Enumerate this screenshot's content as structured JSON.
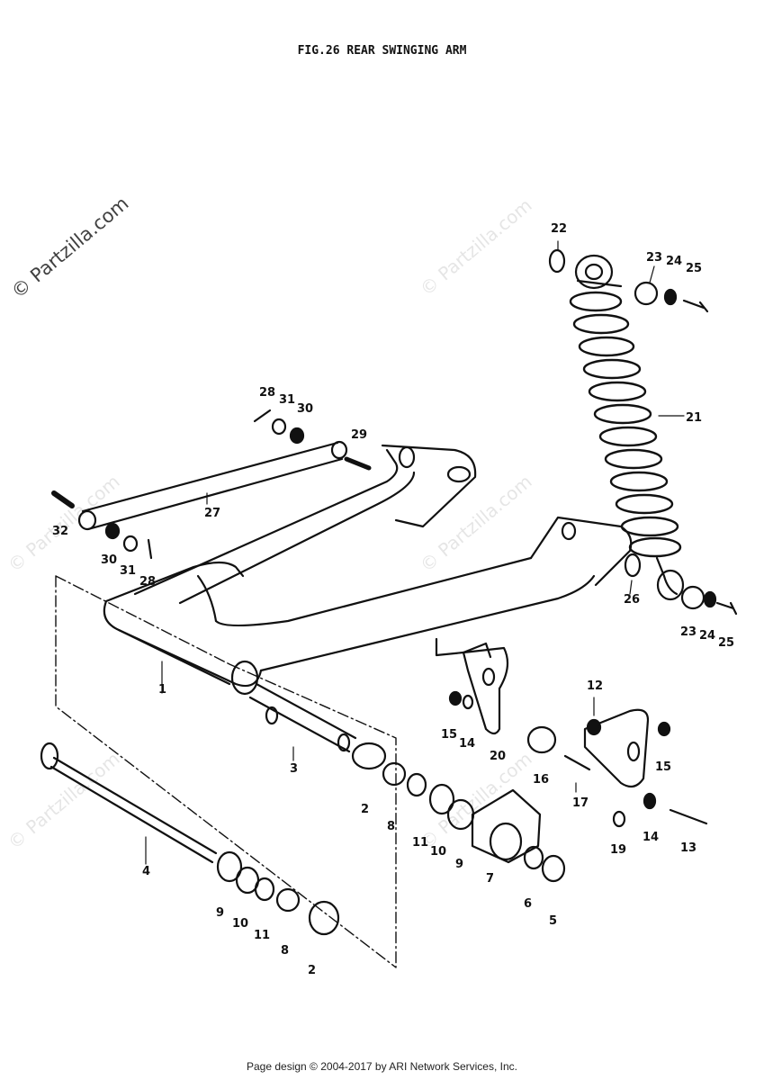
{
  "title": "FIG.26  REAR SWINGING ARM",
  "footer": "Page design © 2004-2017 by ARI Network Services, Inc.",
  "watermark": "© Partzilla.com",
  "callouts": [
    {
      "id": "c22",
      "text": "22"
    },
    {
      "id": "c23a",
      "text": "23"
    },
    {
      "id": "c24a",
      "text": "24"
    },
    {
      "id": "c25a",
      "text": "25"
    },
    {
      "id": "c21",
      "text": "21"
    },
    {
      "id": "c28a",
      "text": "28"
    },
    {
      "id": "c31a",
      "text": "31"
    },
    {
      "id": "c30a",
      "text": "30"
    },
    {
      "id": "c29",
      "text": "29"
    },
    {
      "id": "c27",
      "text": "27"
    },
    {
      "id": "c32",
      "text": "32"
    },
    {
      "id": "c30b",
      "text": "30"
    },
    {
      "id": "c31b",
      "text": "31"
    },
    {
      "id": "c28b",
      "text": "28"
    },
    {
      "id": "c26",
      "text": "26"
    },
    {
      "id": "c23b",
      "text": "23"
    },
    {
      "id": "c24b",
      "text": "24"
    },
    {
      "id": "c25b",
      "text": "25"
    },
    {
      "id": "c1",
      "text": "1"
    },
    {
      "id": "c12",
      "text": "12"
    },
    {
      "id": "c15a",
      "text": "15"
    },
    {
      "id": "c14a",
      "text": "14"
    },
    {
      "id": "c20",
      "text": "20"
    },
    {
      "id": "c3",
      "text": "3"
    },
    {
      "id": "c16",
      "text": "16"
    },
    {
      "id": "c15b",
      "text": "15"
    },
    {
      "id": "c17",
      "text": "17"
    },
    {
      "id": "c2a",
      "text": "2"
    },
    {
      "id": "c8a",
      "text": "8"
    },
    {
      "id": "c11a",
      "text": "11"
    },
    {
      "id": "c10a",
      "text": "10"
    },
    {
      "id": "c9a",
      "text": "9"
    },
    {
      "id": "c19",
      "text": "19"
    },
    {
      "id": "c14b",
      "text": "14"
    },
    {
      "id": "c13",
      "text": "13"
    },
    {
      "id": "c4",
      "text": "4"
    },
    {
      "id": "c7",
      "text": "7"
    },
    {
      "id": "c6",
      "text": "6"
    },
    {
      "id": "c5",
      "text": "5"
    },
    {
      "id": "c9b",
      "text": "9"
    },
    {
      "id": "c10b",
      "text": "10"
    },
    {
      "id": "c11b",
      "text": "11"
    },
    {
      "id": "c8b",
      "text": "8"
    },
    {
      "id": "c2b",
      "text": "2"
    }
  ]
}
